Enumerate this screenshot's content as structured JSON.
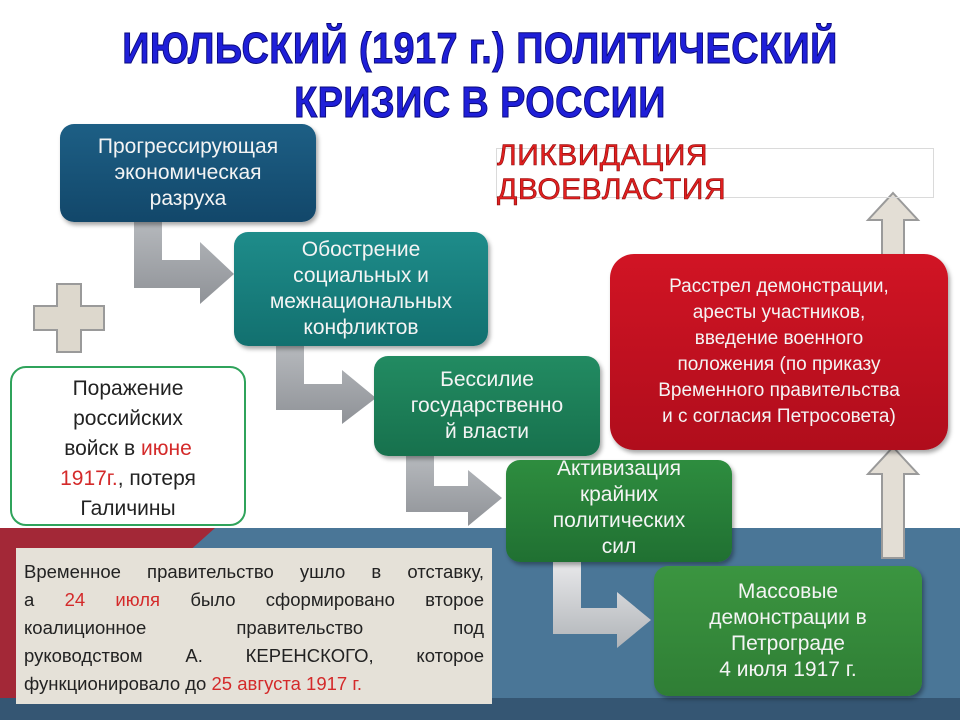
{
  "title": {
    "line1": "ИЮЛЬСКИЙ (1917 г.) ПОЛИТИЧЕСКИЙ",
    "line2": "КРИЗИС В РОССИИ",
    "color": "#1f1fd8"
  },
  "causes": [
    {
      "label": "Прогрессирующая\nэкономическая\nразруха",
      "color": "#1a5a7e"
    },
    {
      "label": "Обострение\nсоциальных и\nмежнациональных\nконфликтов",
      "color": "#1a8280"
    },
    {
      "label": "Бессилие\nгосударственно\nй власти",
      "color": "#1f7f58"
    },
    {
      "label": "Активизация\nкрайних\nполитических\nсил",
      "color": "#2a8139"
    },
    {
      "label": "Массовые\nдемонстрации в\nПетрограде\n4 июля 1917 г.",
      "color": "#36893b"
    }
  ],
  "consequence": {
    "label": "Расстрел  демонстрации,\nаресты участников,\nвведение военного\nположения (по приказу\nВременного правительства\nи с согласия Петросовета)",
    "color": "#c41020"
  },
  "result": {
    "label": "ЛИКВИДАЦИЯ  ДВОЕВЛАСТИЯ",
    "color": "#e02020"
  },
  "plus_icon": "plus-icon",
  "defeat": {
    "part1": "Поражение\nроссийских\nвойск в ",
    "highlight1": "июне",
    "highlight2": "1917г.",
    "part2": ", потеря\nГаличины"
  },
  "note": {
    "lines": [
      [
        "Временное правительство ушло в отставку,"
      ],
      [
        "а ",
        {
          "red": "24 июля"
        },
        " было сформировано второе"
      ],
      [
        "коалиционное правительство под"
      ],
      [
        "руководством А. КЕРЕНСКОГО, которое"
      ],
      [
        "функционировало до ",
        {
          "red": "25 августа 1917 г."
        }
      ]
    ],
    "l1": "Временное правительство ушло в отставку,",
    "l2a": "а",
    "l2red": "24 июля",
    "l2b": "было сформировано второе",
    "l3a": "коалиционное",
    "l3b": "правительство",
    "l3c": "под",
    "l4a": "руководством",
    "l4b": "А.",
    "l4c": "КЕРЕНСКОГО,",
    "l4d": "которое",
    "l5a": "функционировало до ",
    "l5red": "25 августа 1917 г."
  },
  "colors": {
    "band_blue": "#4a7697",
    "band_red": "#a32837",
    "note_bg": "#e5e1d8",
    "arrow_gray": "#a6a9ad",
    "up_arrow_fill": "#e3ded5"
  }
}
